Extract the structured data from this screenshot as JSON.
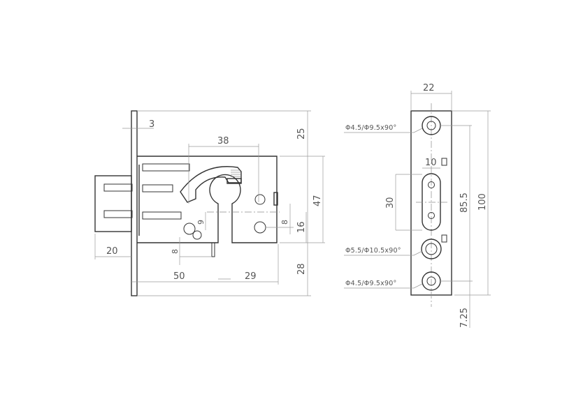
{
  "drawing": {
    "title": "Mortise hook lock technical drawing",
    "colors": {
      "line": "#333333",
      "dimension": "#9a9a9a",
      "text": "#555555",
      "background": "#ffffff"
    }
  },
  "side_view": {
    "dimensions": {
      "faceplate_thickness": "3",
      "keyhole_to_pin_width": "38",
      "top_to_body": "25",
      "body_height": "47",
      "keyhole_offset_small": "8",
      "keyhole_to_bottom": "16",
      "body_to_bottom": "28",
      "bolt_projection": "20",
      "hole_offset_9": "9",
      "hook_tab_8": "8",
      "backset": "50",
      "keyhole_to_back": "29"
    }
  },
  "front_view": {
    "dimensions": {
      "plate_width": "22",
      "slot_width": "10",
      "slot_length": "30",
      "hole_spacing": "85.5",
      "plate_height": "100",
      "bottom_offset": "7.25"
    },
    "callouts": [
      {
        "label": "Φ4.5/Φ9.5x90°"
      },
      {
        "label": "Φ5.5/Φ10.5x90°"
      },
      {
        "label": "Φ4.5/Φ9.5x90°"
      }
    ]
  }
}
